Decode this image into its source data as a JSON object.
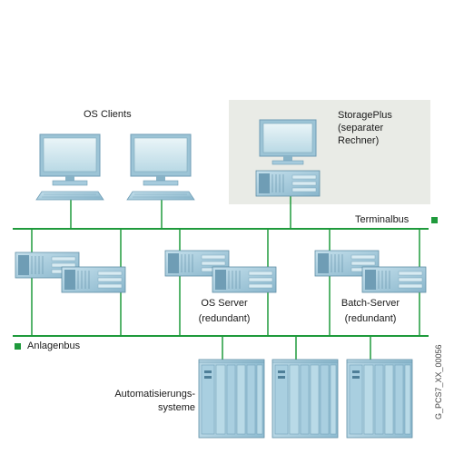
{
  "title": "",
  "labels": {
    "os_clients": "OS Clients",
    "storageplus": [
      "StoragePlus",
      "(separater",
      "Rechner)"
    ],
    "terminalbus": "Terminalbus",
    "os_server": [
      "OS Server",
      "(redundant)"
    ],
    "batch_server": [
      "Batch-Server",
      "(redundant)"
    ],
    "anlagenbus": "Anlagenbus",
    "automation": [
      "Automatisierungs-",
      "systeme"
    ],
    "doc_id": "G_PCS7_XX_00056"
  },
  "colors": {
    "bus_line": "#1f9a3c",
    "legend_marker": "#1f9a3c",
    "storage_box": "#e9ebe6",
    "device_body": "#a6cbdd",
    "device_dark": "#6f9db5",
    "screen": "#cfe6ee"
  },
  "icons": {
    "client": "monitor-keyboard-icon",
    "server": "server-rack-icon",
    "plc": "automation-plc-icon"
  }
}
